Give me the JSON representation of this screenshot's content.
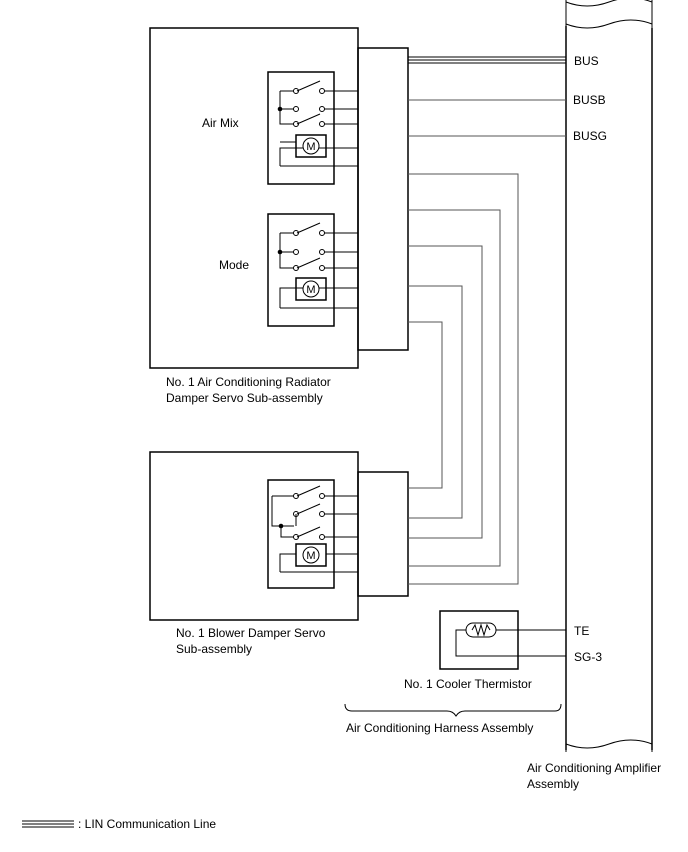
{
  "labels": {
    "air_mix": "Air Mix",
    "mode": "Mode",
    "radiator_servo_line1": "No. 1 Air Conditioning Radiator",
    "radiator_servo_line2": "Damper Servo Sub-assembly",
    "blower_servo_line1": "No. 1 Blower Damper Servo",
    "blower_servo_line2": "Sub-assembly",
    "cooler_thermistor": "No. 1 Cooler Thermistor",
    "harness_assembly": "Air Conditioning Harness Assembly",
    "amplifier_line1": "Air Conditioning Amplifier",
    "amplifier_line2": "Assembly",
    "motor_symbol": "M"
  },
  "terminals": {
    "bus": "BUS",
    "busb": "BUSB",
    "busg": "BUSG",
    "te": "TE",
    "sg3": "SG-3"
  },
  "legend": {
    "lin_line": ": LIN Communication Line"
  }
}
